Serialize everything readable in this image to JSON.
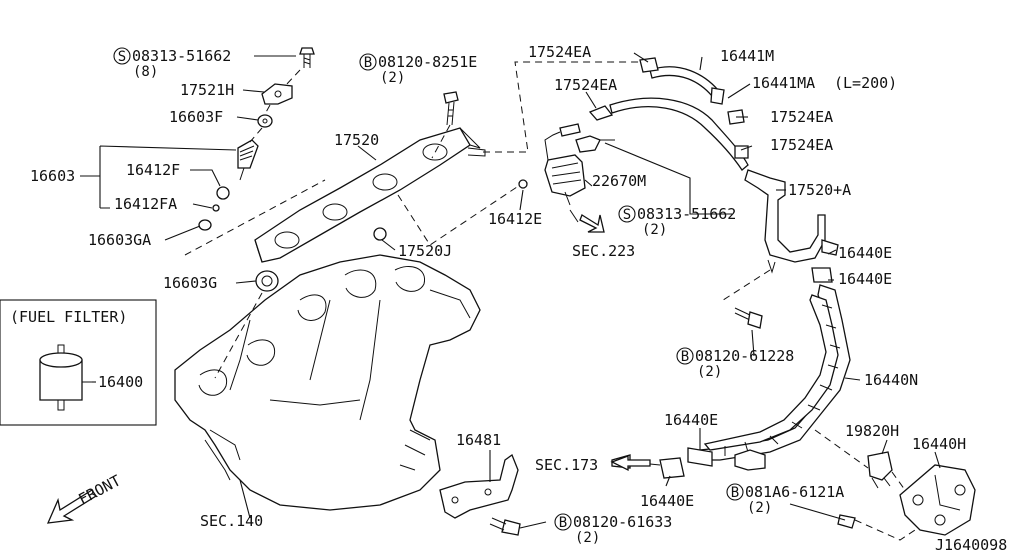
{
  "labels": {
    "s08313_51662_top": "08313-51662",
    "s08313_51662_top_qty": "(8)",
    "p17521H": "17521H",
    "p16603F": "16603F",
    "p16603": "16603",
    "p16412F": "16412F",
    "p16412FA": "16412FA",
    "p16603GA": "16603GA",
    "b08120_8251E": "08120-8251E",
    "b08120_8251E_qty": "(2)",
    "p17520": "17520",
    "p17524EA_1": "17524EA",
    "p17524EA_2": "17524EA",
    "p16441M": "16441M",
    "p16441MA": "16441MA",
    "p16441MA_len": "(L=200)",
    "p17524EA_3": "17524EA",
    "p17524EA_4": "17524EA",
    "p22670M": "22670M",
    "p17520A": "17520+A",
    "p16412E": "16412E",
    "s08313_51662_mid": "08313-51662",
    "s08313_51662_mid_qty": "(2)",
    "sec223": "SEC.223",
    "p16440E_1": "16440E",
    "p16440E_2": "16440E",
    "p17520J": "17520J",
    "p16603G": "16603G",
    "fuel_filter_title": "(FUEL FILTER)",
    "p16400": "16400",
    "b08120_61228": "08120-61228",
    "b08120_61228_qty": "(2)",
    "p16440N": "16440N",
    "p16481": "16481",
    "p16440E_3": "16440E",
    "p19820H": "19820H",
    "p16440H": "16440H",
    "sec173": "SEC.173",
    "p16440E_4": "16440E",
    "b081A6_6121A": "081A6-6121A",
    "b081A6_6121A_qty": "(2)",
    "sec140": "SEC.140",
    "b08120_61633": "08120-61633",
    "b08120_61633_qty": "(2)",
    "front": "FRONT",
    "diagram_id": "J1640098"
  },
  "symbols": {
    "screw": "S",
    "bolt": "B"
  },
  "icons": {
    "front_arrow": "front-arrow-icon",
    "sec_arrow": "section-arrow-icon"
  }
}
